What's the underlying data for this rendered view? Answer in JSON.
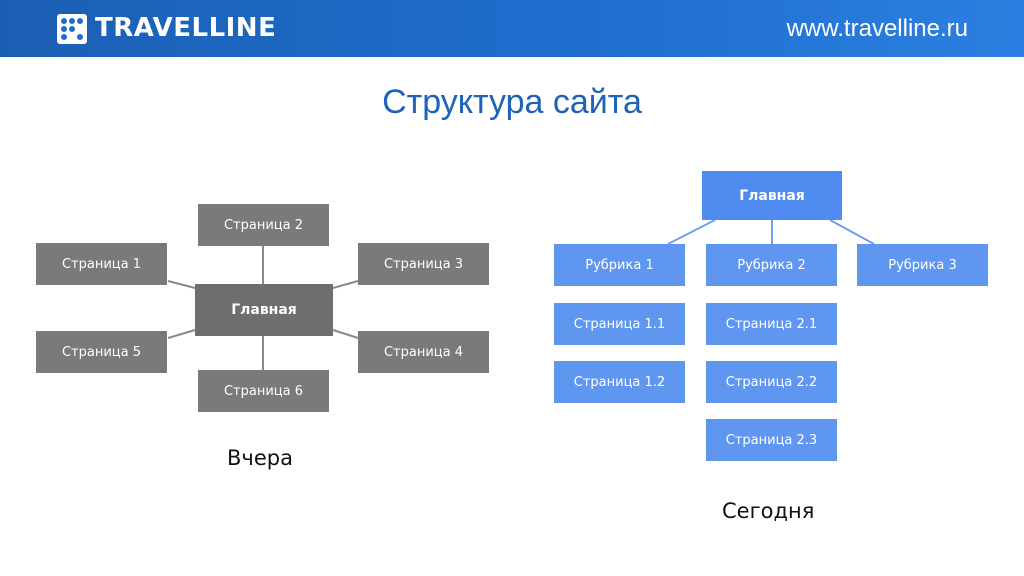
{
  "header": {
    "logo_text": "TRAVELLINE",
    "url": "www.travelline.ru"
  },
  "title": "Структура сайта",
  "yesterday": {
    "caption": "Вчера",
    "center": "Главная",
    "pages": [
      "Страница 1",
      "Страница 2",
      "Страница 3",
      "Страница 4",
      "Страница 5",
      "Страница 6"
    ]
  },
  "today": {
    "caption": "Сегодня",
    "root": "Главная",
    "sections": [
      {
        "label": "Рубрика 1",
        "pages": [
          "Страница 1.1",
          "Страница 1.2"
        ]
      },
      {
        "label": "Рубрика 2",
        "pages": [
          "Страница 2.1",
          "Страница 2.2",
          "Страница 2.3"
        ]
      },
      {
        "label": "Рубрика 3",
        "pages": []
      }
    ]
  },
  "colors": {
    "header_blue": "#1f6fd0",
    "title_blue": "#1f63b8",
    "gray_box": "#7a7a7a",
    "blue_box": "#5f97f0"
  }
}
